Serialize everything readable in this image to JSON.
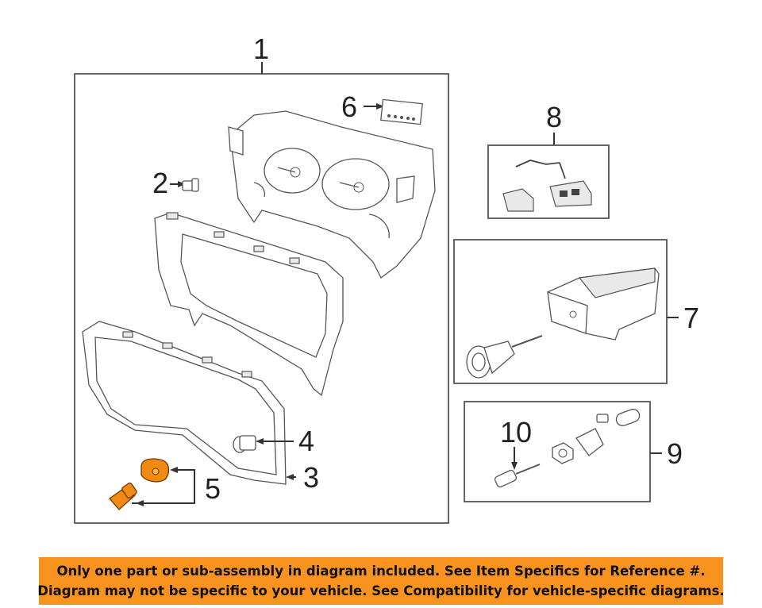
{
  "callouts": {
    "c1": "1",
    "c2": "2",
    "c3": "3",
    "c4": "4",
    "c5": "5",
    "c6": "6",
    "c7": "7",
    "c8": "8",
    "c9": "9",
    "c10": "10"
  },
  "highlight_color": "#f08a12",
  "banner_color": "#f7931e",
  "disclaimer": {
    "line1": "Only one part or sub-assembly in diagram included. See Item Specifics for Reference #.",
    "line2": "Diagram may not be specific to your vehicle. See Compatibility for vehicle-specific diagrams."
  }
}
